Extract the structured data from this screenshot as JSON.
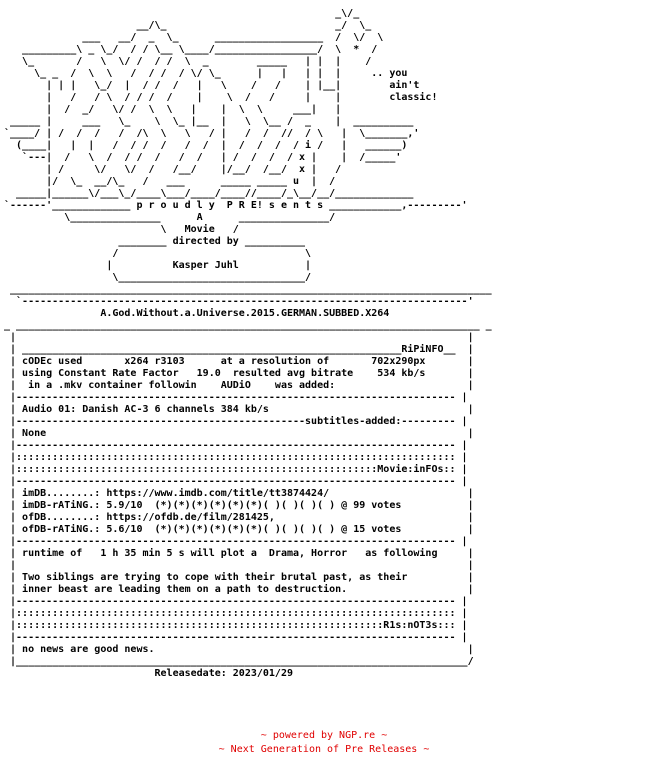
{
  "nfo_lines": [
    "                                                       _\\/_",
    "                      __/\\_                            _/  \\_",
    "             ___   __/  _  \\_      __________________  /  \\/  \\",
    "   _________\\ _ \\_/  / / \\__ \\____/_________________/  \\  *  /",
    "   \\_       /   \\  \\/ /  / /  \\  _        _____   | |  |    /",
    "     \\_ _  /  \\  \\   /  / /  / \\/ \\_      |   |   | |  |     .. you",
    "       | | |   \\_/  |  / /  /   |   \\    /   /    | |__|        ain't",
    "       |   /   / \\  / / /  /    |    \\  /   /     |    |        classic!",
    "       |  /  _/   \\/ /  \\  \\   |    |  \\  \\     ___|   |",
    " _____ |     ___   \\_    \\  \\_ |__  |   \\  \\__ /  _    |  __________",
    "`____/ | /  /  /   /  /\\  \\   \\   / |   /  /  //  / \\   |  \\_______,'",
    "  (____|   |  |   /  / /  /   /  /  |  /  /  /  / i /   |   ______)",
    "   `---|  /   \\  /  / /  /   /  /   | /  /  /  / x |    |  /_____'",
    "       | /     \\/   \\/  /   /__/    |/__/  /__/  x |   /",
    "       |/  \\_  __/\\_   /   ___      _____ _____ u  |  /",
    "  _____|______\\/___\\_/____\\___/____/____//____/_\\__/__/_____________",
    "`------'_____________ p r o u d l y  P R E! s e n t s ____________,---------'",
    "          \\_______________      A      _______________/",
    "                          \\   Movie   /",
    "                   ________ directed by __________",
    "                  /                               \\",
    "                 |          Kasper Juhl           |",
    "                  \\_______________________________/",
    " ________________________________________________________________________________",
    "  `--------------------------------------------------------------------------'",
    "                A.God.Without.a.Universe.2015.GERMAN.SUBBED.X264"
  ],
  "info_lines": [
    "_ _____________________________________________________________________________ _",
    " |                                                                           |",
    " | _______________________________________________________________RiPiNFO__  |",
    " | cODEc used       x264 r3103      at a resolution of       702x290px       |",
    " | using Constant Rate Factor   19.0  resulted avg bitrate    534 kb/s       |",
    " |  in a .mkv container followin    AUDiO    was added:                      |",
    " |------------------------------------------------------------------------- |",
    " | Audio 01: Danish AC-3 6 channels 384 kb/s                                 |",
    " |------------------------------------------------subtitles-added:--------- |",
    " | None                                                                      |",
    " |------------------------------------------------------------------------- |",
    " |::::::::::::::::::::::::::::::::::::::::::::::::::::::::::::::::::::::::: |",
    " |::::::::::::::::::::::::::::::::::::::::::::::::::::::::::::Movie:inFOs:: |",
    " |------------------------------------------------------------------------- |",
    " | imDB........: https://www.imdb.com/title/tt3874424/                       |",
    " | imDB-rATiNG.: 5.9/10  (*)(*)(*)(*)(*)(*)( )( )( )( ) @ 99 votes           |",
    " | ofDB........: https://ofdb.de/film/281425,                                |",
    " | ofDB-rATiNG.: 5.6/10  (*)(*)(*)(*)(*)(*)( )( )( )( ) @ 15 votes           |",
    " |------------------------------------------------------------------------- |",
    " | runtime of   1 h 35 min 5 s will plot a  Drama, Horror   as following     |",
    " |                                                                           |",
    " | Two siblings are trying to cope with their brutal past, as their          |",
    " | inner beast are leading them on a path to destruction.                    |",
    " |------------------------------------------------------------------------- |",
    " |::::::::::::::::::::::::::::::::::::::::::::::::::::::::::::::::::::::::: |",
    " |:::::::::::::::::::::::::::::::::::::::::::::::::::::::::::::R1s:nOT3s::: |",
    " |------------------------------------------------------------------------- |",
    " | no news are good news.                                                    |",
    " |___________________________________________________________________________/",
    "                         Releasedate: 2023/01/29"
  ],
  "footer": {
    "powered_by": "~ powered by NGP.re ~",
    "tagline": "~ Next Generation of Pre Releases ~"
  },
  "colors": {
    "text": "#000000",
    "footer": "#e00000",
    "background": "#ffffff"
  }
}
